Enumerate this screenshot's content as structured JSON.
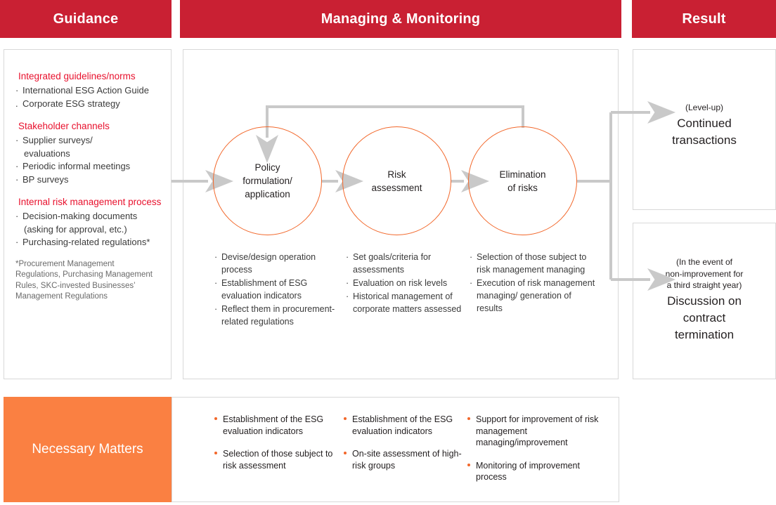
{
  "headers": {
    "guidance": "Guidance",
    "managing": "Managing & Monitoring",
    "result": "Result"
  },
  "colors": {
    "header_red": "#c92033",
    "heading_red": "#e8112d",
    "orange": "#fa8042",
    "circle_orange": "#f2672a",
    "arrow_gray": "#c9c9c9",
    "panel_border": "#d8d8d8"
  },
  "guidance": {
    "groups": [
      {
        "heading": "Integrated guidelines/norms",
        "items": [
          {
            "bullet": "·",
            "lines": [
              "International ESG Action Guide"
            ]
          },
          {
            "bullet": ".",
            "lines": [
              "Corporate ESG strategy"
            ]
          }
        ]
      },
      {
        "heading": "Stakeholder channels",
        "items": [
          {
            "bullet": "·",
            "lines": [
              "Supplier surveys/",
              "evaluations"
            ]
          },
          {
            "bullet": "·",
            "lines": [
              "Periodic informal meetings"
            ]
          },
          {
            "bullet": "·",
            "lines": [
              "BP surveys"
            ]
          }
        ]
      },
      {
        "heading": "Internal risk management process",
        "items": [
          {
            "bullet": "·",
            "lines": [
              "Decision-making documents",
              "(asking for approval, etc.)"
            ]
          },
          {
            "bullet": "·",
            "lines": [
              "Purchasing-related regulations*"
            ]
          }
        ]
      }
    ],
    "footnote": "*Procurement Management Regulations, Purchasing Management Rules, SKC-invested Businesses’ Management Regulations"
  },
  "process": {
    "circles": [
      {
        "label": "Policy\nformulation/\napplication"
      },
      {
        "label": "Risk\nassessment"
      },
      {
        "label": "Elimination\nof risks"
      }
    ],
    "step_lists": [
      [
        {
          "bullet": "·",
          "lines": [
            "Devise/design operation",
            "process"
          ]
        },
        {
          "bullet": "·",
          "lines": [
            "Establishment of ESG",
            "evaluation indicators"
          ]
        },
        {
          "bullet": "·",
          "lines": [
            "Reflect them in",
            "procurement-related",
            "regulations"
          ]
        }
      ],
      [
        {
          "bullet": "·",
          "lines": [
            "Set goals/criteria for",
            "assessments"
          ]
        },
        {
          "bullet": "·",
          "lines": [
            "Evaluation on risk levels"
          ]
        },
        {
          "bullet": "·",
          "lines": [
            "Historical management",
            "of corporate matters",
            "assessed"
          ]
        }
      ],
      [
        {
          "bullet": "·",
          "lines": [
            "Selection of those subject",
            "to risk management",
            "managing"
          ]
        },
        {
          "bullet": "·",
          "lines": [
            "Execution of risk",
            "management managing/",
            "generation of results"
          ]
        }
      ]
    ]
  },
  "results": [
    {
      "note_lines": [
        "(Level-up)"
      ],
      "title_lines": [
        "Continued",
        "transactions"
      ]
    },
    {
      "note_lines": [
        "(In the event of",
        "non-improvement for",
        "a third straight year)"
      ],
      "title_lines": [
        "Discussion on",
        "contract",
        "termination"
      ]
    }
  ],
  "necessary": {
    "label": "Necessary Matters",
    "columns": [
      [
        {
          "lines": [
            "Establishment of the",
            "ESG evaluation",
            "indicators"
          ]
        },
        {
          "lines": [
            "Selection of those",
            "subject to risk assessment"
          ]
        }
      ],
      [
        {
          "lines": [
            "Establishment of the",
            "ESG evaluation",
            "indicators"
          ]
        },
        {
          "lines": [
            "On-site assessment",
            "of high-risk groups"
          ]
        }
      ],
      [
        {
          "lines": [
            "Support for improvement",
            "of risk management",
            "managing/improvement"
          ]
        },
        {
          "lines": [
            "Monitoring of improvement",
            "process"
          ]
        }
      ]
    ]
  }
}
